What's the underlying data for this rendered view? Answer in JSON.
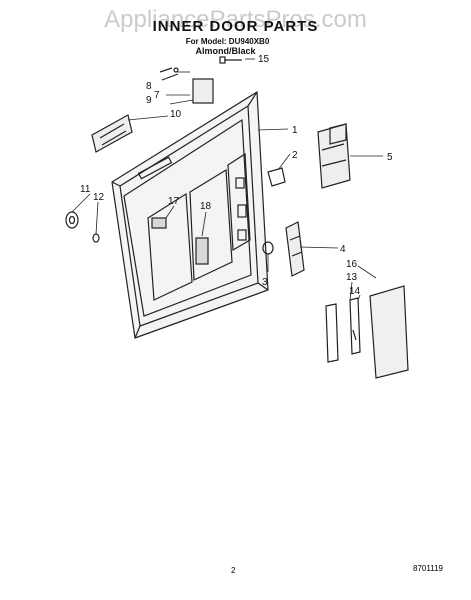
{
  "watermark": "AppliancePartsPros.com",
  "title": "INNER DOOR PARTS",
  "model_line": "For Model: DU940XB0",
  "variant": "Almond/Black",
  "page_number": "2",
  "doc_code": "8701119",
  "callouts": [
    "1",
    "2",
    "3",
    "4",
    "5",
    "7",
    "8",
    "9",
    "10",
    "11",
    "12",
    "13",
    "14",
    "15",
    "16",
    "17",
    "18"
  ]
}
